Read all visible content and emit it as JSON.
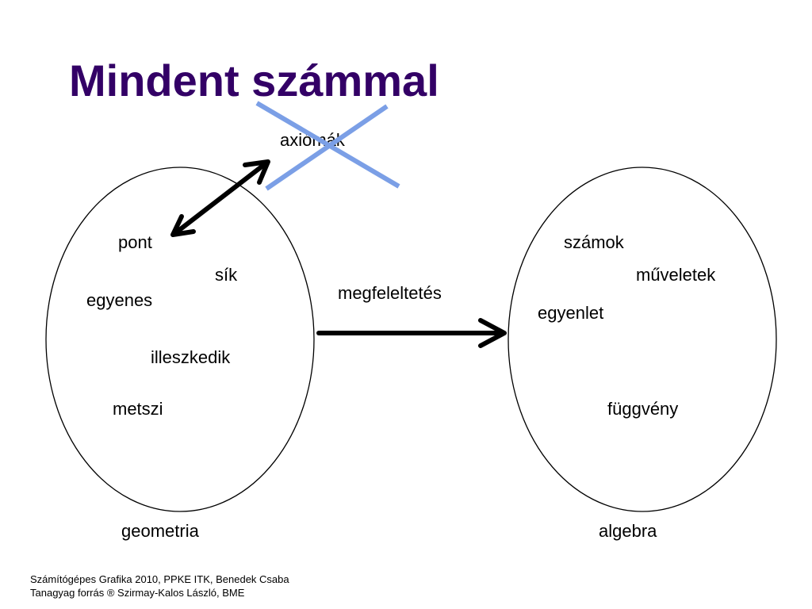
{
  "title": "Mindent számmal",
  "colors": {
    "title": "#330066",
    "cross": "#7b9fe6",
    "ink": "#000000"
  },
  "labels": {
    "axioms": "axiómák",
    "mapping": "megfeleltetés",
    "geometry_set": "geometria",
    "algebra_set": "algebra"
  },
  "geometry_terms": [
    "pont",
    "sík",
    "egyenes",
    "illeszkedik",
    "metszi"
  ],
  "algebra_terms": [
    "számok",
    "műveletek",
    "egyenlet",
    "függvény"
  ],
  "footer": {
    "line1": "Számítógépes Grafika 2010, PPKE ITK, Benedek Csaba",
    "line2": "Tanagyag forrás ® Szirmay-Kalos László, BME"
  }
}
